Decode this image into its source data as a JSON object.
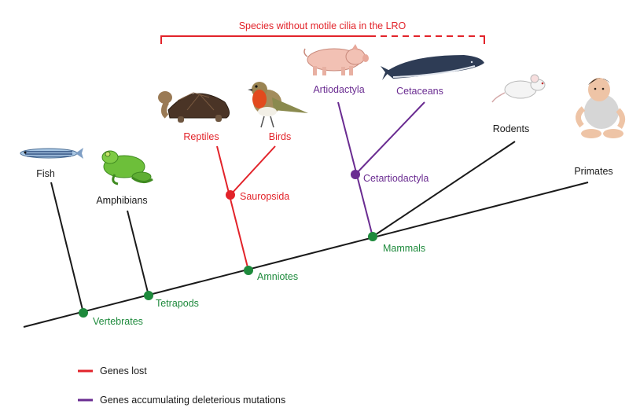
{
  "colors": {
    "black": "#1a1a1a",
    "green": "#1e8a3c",
    "red": "#e2232a",
    "purple": "#6a2c91"
  },
  "bracket_label": "Species without motile cilia in the LRO",
  "taxa": {
    "fish": "Fish",
    "amphibians": "Amphibians",
    "reptiles": "Reptiles",
    "birds": "Birds",
    "artiodactyla": "Artiodactyla",
    "cetaceans": "Cetaceans",
    "rodents": "Rodents",
    "primates": "Primates"
  },
  "nodes": {
    "vertebrates": "Vertebrates",
    "tetrapods": "Tetrapods",
    "amniotes": "Amniotes",
    "sauropsida": "Sauropsida",
    "mammals": "Mammals",
    "cetartiodactyla": "Cetartiodactyla"
  },
  "legend": {
    "genes_lost": "Genes lost",
    "genes_deleterious": "Genes accumulating deleterious mutations"
  },
  "icons": [
    "zebrafish-icon",
    "frog-icon",
    "tortoise-icon",
    "robin-icon",
    "pig-icon",
    "whale-icon",
    "mouse-icon",
    "baby-icon"
  ]
}
